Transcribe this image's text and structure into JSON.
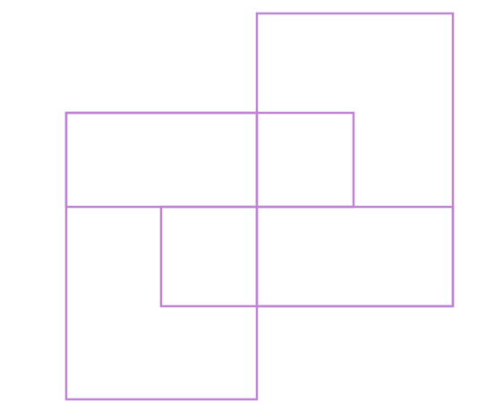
{
  "diagram": {
    "shapes": [
      {
        "name": "left-square",
        "color": "#c084d4"
      },
      {
        "name": "right-square",
        "color": "#c084d4"
      },
      {
        "name": "upper-inner-rectangle",
        "color": "#c084d4"
      },
      {
        "name": "lower-inner-rectangle",
        "color": "#c084d4"
      }
    ],
    "background_color": "#ffffff"
  }
}
